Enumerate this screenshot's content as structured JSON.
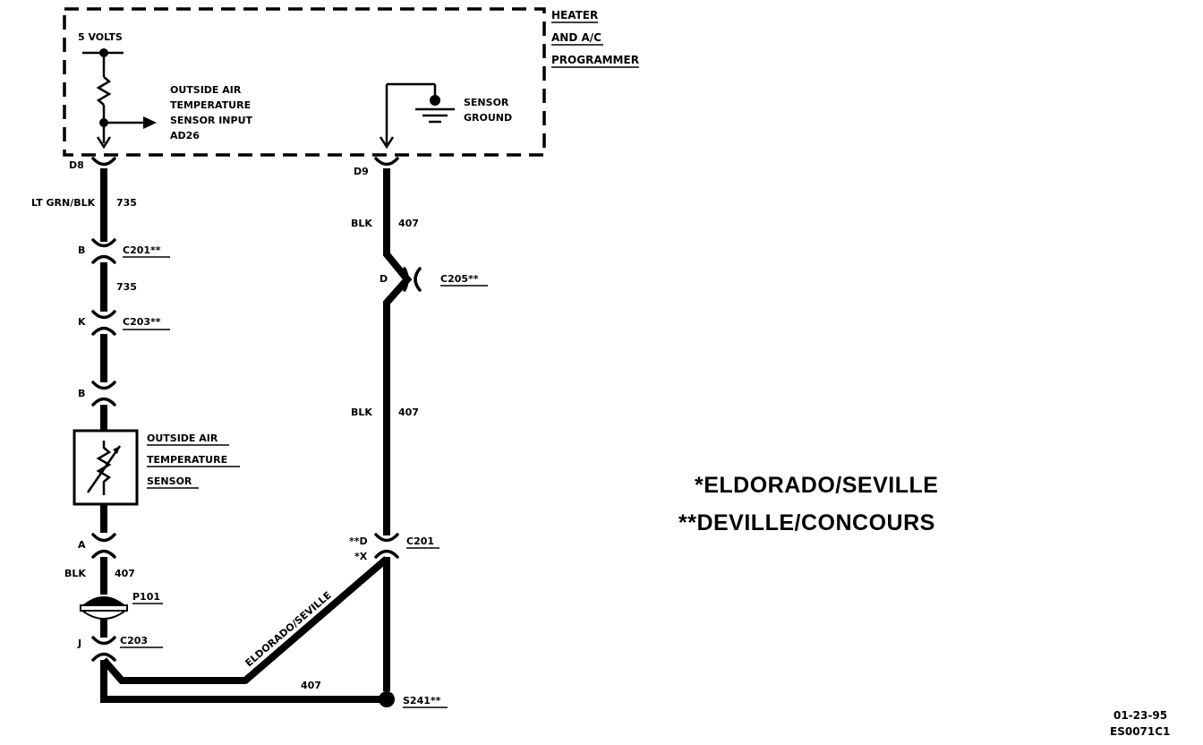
{
  "programmer": {
    "title_lines": [
      "HEATER",
      "AND A/C",
      "PROGRAMMER"
    ],
    "supply": "5 VOLTS",
    "input_lines": [
      "OUTSIDE AIR",
      "TEMPERATURE",
      "SENSOR INPUT",
      "AD26"
    ],
    "ground_lines": [
      "SENSOR",
      "GROUND"
    ]
  },
  "left_circuit": {
    "pin_top": "D8",
    "wire_color": "LT GRN/BLK",
    "wire_number": "735",
    "c201_pin": "B",
    "c201_label": "C201**",
    "mid_wire_number": "735",
    "c203_pin": "K",
    "c203_label": "C203**",
    "sensor_pin_top": "B",
    "sensor_lines": [
      "OUTSIDE AIR",
      "TEMPERATURE",
      "SENSOR"
    ],
    "sensor_pin_bottom": "A",
    "lower_wire_color": "BLK",
    "lower_wire_number": "407",
    "p101_label": "P101",
    "c203b_pin": "J",
    "c203b_label": "C203"
  },
  "right_circuit": {
    "pin_top": "D9",
    "upper_wire_color": "BLK",
    "upper_wire_number": "407",
    "c205_pin": "D",
    "c205_label": "C205**",
    "mid_wire_color": "BLK",
    "mid_wire_number": "407",
    "c201_pin_d": "**D",
    "c201_pin_x": "*X",
    "c201_label": "C201",
    "diag_label": "ELDORADO/SEVILLE",
    "bottom_wire_number": "407",
    "splice_label": "S241**"
  },
  "legend": {
    "line1": "*ELDORADO/SEVILLE",
    "line2": "**DEVILLE/CONCOURS"
  },
  "footer": {
    "date": "01-23-95",
    "code": "ES0071C1"
  }
}
